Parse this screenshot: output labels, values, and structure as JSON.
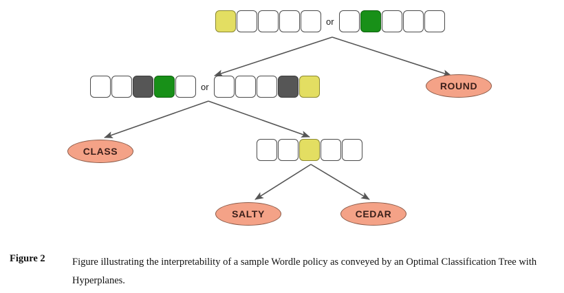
{
  "figure": {
    "caption_label": "Figure 2",
    "caption_body": "Figure illustrating the interpretability of a sample Wordle policy as conveyed by an Optimal Classification Tree with Hyperplanes.",
    "colors": {
      "tile_yellow": "#e3de62",
      "tile_green": "#189018",
      "tile_gray": "#565656",
      "tile_white": "#ffffff",
      "tile_border": "#4a4a4a",
      "leaf_fill": "#f4a287",
      "leaf_border": "#8a5a48",
      "leaf_text": "#3b1f1a",
      "edge": "#555555",
      "background": "#ffffff"
    },
    "nodes": {
      "root": {
        "name": "root-split",
        "left_group": [
          "yellow",
          "white",
          "white",
          "white",
          "white"
        ],
        "connector": "or",
        "right_group": [
          "white",
          "green",
          "white",
          "white",
          "white"
        ]
      },
      "level2": {
        "name": "second-split",
        "left_group": [
          "white",
          "white",
          "gray",
          "green",
          "white"
        ],
        "connector": "or",
        "right_group": [
          "white",
          "white",
          "white",
          "gray",
          "yellow"
        ]
      },
      "level3": {
        "name": "third-split",
        "left_group": [
          "white",
          "white",
          "yellow",
          "white",
          "white"
        ],
        "connector": "",
        "right_group": []
      }
    },
    "leaves": [
      {
        "id": "round",
        "label": "ROUND"
      },
      {
        "id": "class",
        "label": "CLASS"
      },
      {
        "id": "salty",
        "label": "SALTY"
      },
      {
        "id": "cedar",
        "label": "CEDAR"
      }
    ]
  }
}
